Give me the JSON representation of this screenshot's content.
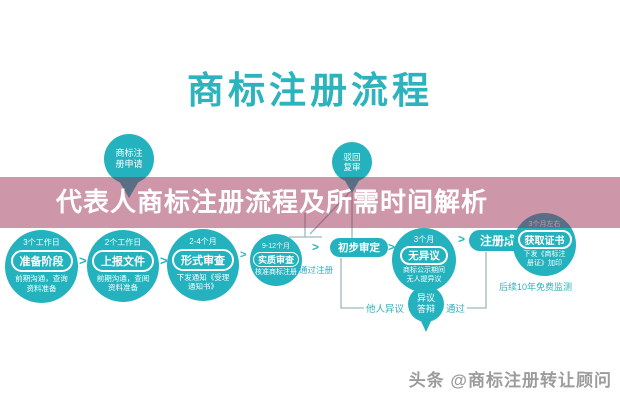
{
  "title": "商标注册流程",
  "banner": {
    "text": "代表人商标注册流程及所需时间解析"
  },
  "pins": {
    "application": {
      "line1": "商标注",
      "line2": "册申请"
    },
    "rejection_review": {
      "line1": "驳回",
      "line2": "复审"
    }
  },
  "steps": [
    {
      "duration": "3个工作日",
      "label": "准备阶段",
      "desc": "前期沟通，查询资料准备"
    },
    {
      "duration": "2个工作日",
      "label": "上报文件",
      "desc": "前期沟通，查阅资料准备"
    },
    {
      "duration": "2-4个月",
      "label": "形式审查",
      "desc": "下发通知《受理通知书》"
    },
    {
      "duration": "9-12个月",
      "label": "实质审查",
      "desc": "核准商标注册"
    }
  ],
  "flow": {
    "arrow_glyph": ">",
    "pass_register_label": "通过注册",
    "preliminary_pill": "初步审定",
    "no_objection": {
      "duration": "3个月",
      "label": "无异议",
      "desc_line1": "商标公示期间",
      "desc_line2": "无人提异议"
    },
    "success_pill": "注册成功",
    "certificate": {
      "duration": "3个月左右",
      "label": "获取证书",
      "desc_line1": "下发《商标注",
      "desc_line2": "册证》加印"
    },
    "monitor_note": "后续10年免费监测",
    "objection": {
      "others_label": "他人异议",
      "defense_line1": "异议",
      "defense_line2": "答辩",
      "pass_label": "通过"
    }
  },
  "watermark": "头条 @商标注册转让顾问",
  "colors": {
    "teal": "#29b3bd",
    "banner_overlay": "rgba(150,33,72,0.47)",
    "line": "#9eb6bc",
    "watermark_gray": "#9c9c9c"
  }
}
